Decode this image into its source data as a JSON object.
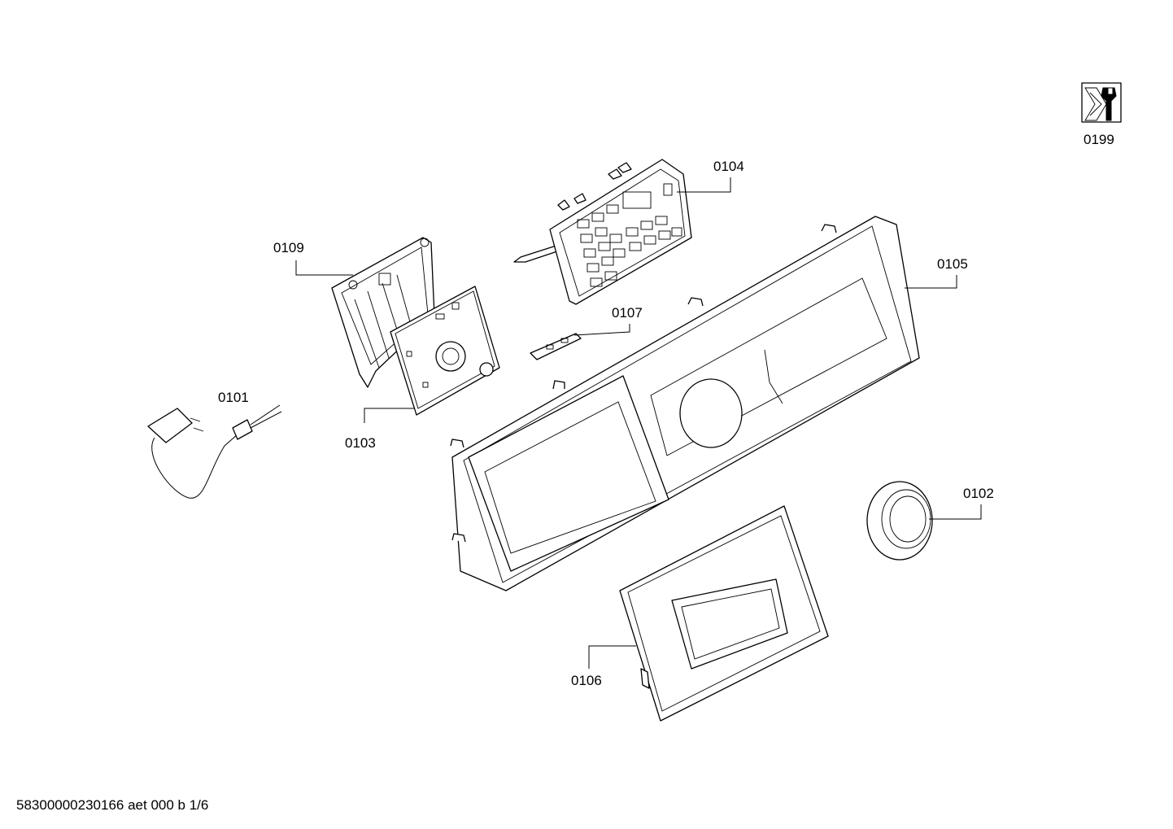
{
  "diagram": {
    "parts": [
      {
        "id": "0101",
        "name": "power cord"
      },
      {
        "id": "0102",
        "name": "knob ring"
      },
      {
        "id": "0103",
        "name": "control module board"
      },
      {
        "id": "0104",
        "name": "display module"
      },
      {
        "id": "0105",
        "name": "control panel fascia"
      },
      {
        "id": "0106",
        "name": "detergent drawer handle"
      },
      {
        "id": "0107",
        "name": "sensor board"
      },
      {
        "id": "0109",
        "name": "module holder"
      },
      {
        "id": "0199",
        "name": "service tool"
      }
    ],
    "footer": "58300000230166 aet 000 b 1/6"
  }
}
